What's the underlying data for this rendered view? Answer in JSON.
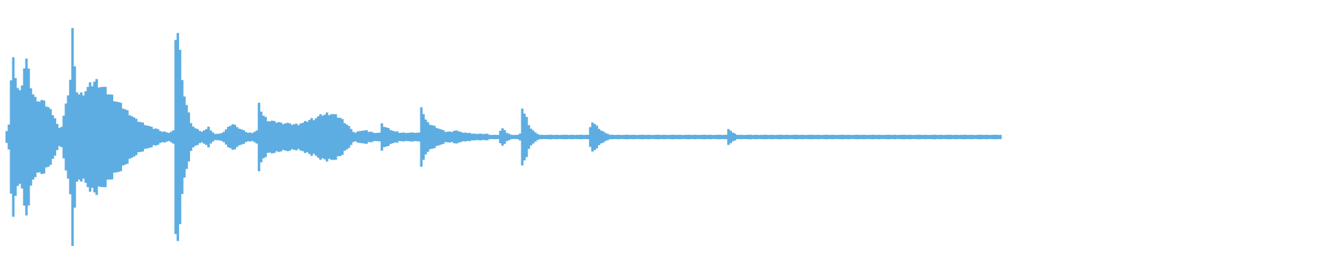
{
  "waveform": {
    "color": "#5DADE2",
    "background": "#FFFFFF",
    "peaks": [
      0.06,
      0.12,
      0.52,
      0.7,
      0.58,
      0.46,
      0.42,
      0.52,
      0.66,
      0.72,
      0.6,
      0.48,
      0.4,
      0.36,
      0.36,
      0.34,
      0.34,
      0.32,
      0.3,
      0.28,
      0.25,
      0.22,
      0.18,
      0.12,
      0.08,
      0.1,
      0.2,
      0.3,
      0.42,
      0.55,
      1.0,
      0.62,
      0.44,
      0.4,
      0.4,
      0.42,
      0.44,
      0.46,
      0.48,
      0.5,
      0.52,
      0.52,
      0.5,
      0.48,
      0.46,
      0.44,
      0.42,
      0.4,
      0.38,
      0.36,
      0.34,
      0.32,
      0.3,
      0.28,
      0.26,
      0.24,
      0.22,
      0.2,
      0.18,
      0.16,
      0.15,
      0.14,
      0.13,
      0.12,
      0.11,
      0.1,
      0.09,
      0.08,
      0.08,
      0.07,
      0.06,
      0.05,
      0.05,
      0.04,
      0.04,
      0.05,
      0.06,
      0.98,
      1.0,
      0.8,
      0.5,
      0.4,
      0.3,
      0.22,
      0.14,
      0.1,
      0.08,
      0.07,
      0.06,
      0.05,
      0.06,
      0.08,
      0.1,
      0.06,
      0.04,
      0.03,
      0.03,
      0.03,
      0.04,
      0.05,
      0.07,
      0.09,
      0.11,
      0.12,
      0.11,
      0.1,
      0.08,
      0.07,
      0.06,
      0.05,
      0.04,
      0.04,
      0.04,
      0.05,
      0.06,
      0.3,
      0.25,
      0.2,
      0.18,
      0.16,
      0.15,
      0.15,
      0.14,
      0.14,
      0.14,
      0.13,
      0.13,
      0.13,
      0.13,
      0.12,
      0.12,
      0.12,
      0.12,
      0.12,
      0.13,
      0.13,
      0.14,
      0.15,
      0.16,
      0.17,
      0.17,
      0.18,
      0.19,
      0.2,
      0.21,
      0.21,
      0.22,
      0.22,
      0.22,
      0.21,
      0.2,
      0.19,
      0.18,
      0.16,
      0.14,
      0.12,
      0.1,
      0.07,
      0.05,
      0.04,
      0.05,
      0.06,
      0.06,
      0.06,
      0.06,
      0.05,
      0.05,
      0.04,
      0.04,
      0.04,
      0.04,
      0.12,
      0.1,
      0.09,
      0.08,
      0.07,
      0.06,
      0.05,
      0.05,
      0.04,
      0.04,
      0.04,
      0.04,
      0.04,
      0.04,
      0.04,
      0.04,
      0.04,
      0.04,
      0.3,
      0.22,
      0.16,
      0.13,
      0.12,
      0.11,
      0.1,
      0.09,
      0.08,
      0.07,
      0.06,
      0.05,
      0.05,
      0.05,
      0.05,
      0.06,
      0.06,
      0.05,
      0.05,
      0.04,
      0.04,
      0.04,
      0.04,
      0.03,
      0.03,
      0.03,
      0.03,
      0.03,
      0.03,
      0.03,
      0.03,
      0.02,
      0.02,
      0.02,
      0.02,
      0.02,
      0.06,
      0.08,
      0.06,
      0.04,
      0.03,
      0.02,
      0.02,
      0.02,
      0.02,
      0.03,
      0.28,
      0.22,
      0.18,
      0.12,
      0.08,
      0.06,
      0.04,
      0.03,
      0.02,
      0.02,
      0.02,
      0.02,
      0.02,
      0.02,
      0.02,
      0.02,
      0.02,
      0.02,
      0.02,
      0.02,
      0.02,
      0.02,
      0.02,
      0.02,
      0.02,
      0.02,
      0.02,
      0.02,
      0.02,
      0.02,
      0.02,
      0.1,
      0.14,
      0.12,
      0.1,
      0.08,
      0.06,
      0.05,
      0.04,
      0.03,
      0.02,
      0.02,
      0.02,
      0.02,
      0.02,
      0.02,
      0.02,
      0.02,
      0.02,
      0.02,
      0.02,
      0.02,
      0.02,
      0.02,
      0.02,
      0.02,
      0.02,
      0.02,
      0.02,
      0.02,
      0.02,
      0.02,
      0.02,
      0.02,
      0.02,
      0.02,
      0.02,
      0.02,
      0.02,
      0.02,
      0.02,
      0.02,
      0.02,
      0.02,
      0.02,
      0.02,
      0.02,
      0.02,
      0.02,
      0.02,
      0.02,
      0.02,
      0.02,
      0.02,
      0.02,
      0.02,
      0.02,
      0.02,
      0.02,
      0.02,
      0.02,
      0.02,
      0.02,
      0.02,
      0.08,
      0.06,
      0.04,
      0.03,
      0.02,
      0.02,
      0.02,
      0.02,
      0.02,
      0.02,
      0.02,
      0.02,
      0.02,
      0.02,
      0.02,
      0.02,
      0.02,
      0.02,
      0.02,
      0.02,
      0.02,
      0.02,
      0.02,
      0.02,
      0.02,
      0.02,
      0.02,
      0.02,
      0.02,
      0.02,
      0.02,
      0.02,
      0.02,
      0.02,
      0.02,
      0.02,
      0.02,
      0.02,
      0.02,
      0.02,
      0.02,
      0.02,
      0.02,
      0.02,
      0.02,
      0.02,
      0.02,
      0.02,
      0.02,
      0.02,
      0.02,
      0.02,
      0.02,
      0.02,
      0.02,
      0.02,
      0.02,
      0.02,
      0.02,
      0.02,
      0.02,
      0.02,
      0.02,
      0.02,
      0.02,
      0.02,
      0.02,
      0.02,
      0.02,
      0.02,
      0.02,
      0.02,
      0.02,
      0.02,
      0.02,
      0.02,
      0.02,
      0.02,
      0.02,
      0.02,
      0.02,
      0.02,
      0.02,
      0.02,
      0.02,
      0.02,
      0.02,
      0.02,
      0.02,
      0.02,
      0.02,
      0.02,
      0.02,
      0.02,
      0.02,
      0.02,
      0.02,
      0.02,
      0.02,
      0.02,
      0.02,
      0.02,
      0.02,
      0.02,
      0.02,
      0.02,
      0.02,
      0.02,
      0.02,
      0.02,
      0.02,
      0.02,
      0.02,
      0.02,
      0.02,
      0.02,
      0.02,
      0.02,
      0.02,
      0.02,
      0.02,
      0.02,
      0.02,
      0.02,
      0.02
    ]
  }
}
